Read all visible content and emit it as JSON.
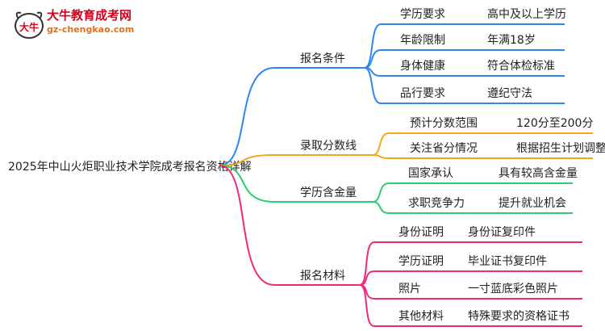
{
  "watermark": {
    "site_name": "大牛教育成考网",
    "site_url": "gz-chengkao.com",
    "mark_text": "大牛"
  },
  "root": "2025年中山火炬职业技术学院成考报名资格详解",
  "branches": [
    {
      "label": "报名条件",
      "color": "#2f86f0",
      "children": [
        {
          "label": "学历要求",
          "value": "高中及以上学历"
        },
        {
          "label": "年龄限制",
          "value": "年满18岁"
        },
        {
          "label": "身体健康",
          "value": "符合体检标准"
        },
        {
          "label": "品行要求",
          "value": "遵纪守法"
        }
      ]
    },
    {
      "label": "录取分数线",
      "color": "#f5a623",
      "children": [
        {
          "label": "预计分数范围",
          "value": "120分至200分"
        },
        {
          "label": "关注省分情况",
          "value": "根据招生计划调整"
        }
      ]
    },
    {
      "label": "学历含金量",
      "color": "#2ecc71",
      "children": [
        {
          "label": "国家承认",
          "value": "具有较高含金量"
        },
        {
          "label": "求职竞争力",
          "value": "提升就业机会"
        }
      ]
    },
    {
      "label": "报名材料",
      "color": "#ee2a7b",
      "children": [
        {
          "label": "身份证明",
          "value": "身份证复印件"
        },
        {
          "label": "学历证明",
          "value": "毕业证书复印件"
        },
        {
          "label": "照片",
          "value": "一寸蓝底彩色照片"
        },
        {
          "label": "其他材料",
          "value": "特殊要求的资格证书"
        }
      ]
    }
  ]
}
